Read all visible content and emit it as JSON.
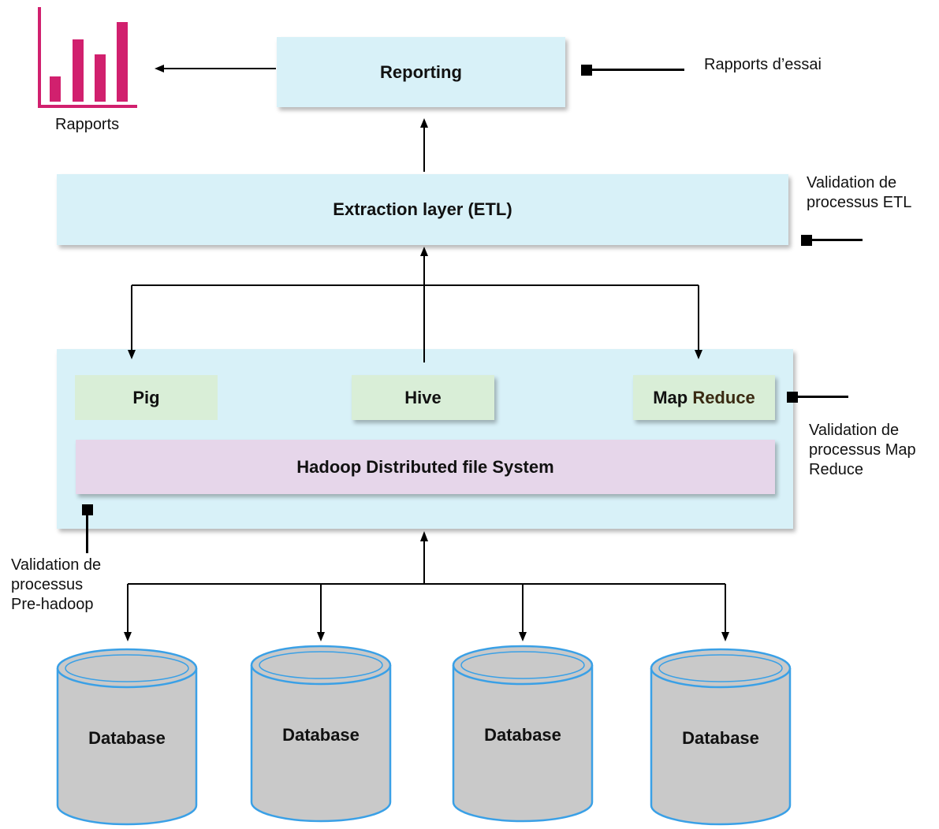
{
  "reports": {
    "label": "Rapports",
    "icon": "bar-chart-icon",
    "color": "#d1206e"
  },
  "reporting": {
    "label": "Reporting",
    "color": "#d8f1f8"
  },
  "etl": {
    "label": "Extraction layer (ETL)",
    "color": "#d8f1f8"
  },
  "hadoop_container": {
    "color": "#d8f1f8"
  },
  "components": {
    "pig": "Pig",
    "hive": "Hive",
    "mapreduce_map": "Map",
    "mapreduce_reduce": "Reduce",
    "color": "#d9eed7"
  },
  "hdfs": {
    "label": "Hadoop Distributed file System",
    "color": "#e6d6ea"
  },
  "annotations": {
    "test_reports": "Rapports d’essai",
    "etl_validation_1": "Validation de",
    "etl_validation_2": "processus ETL",
    "mr_validation_1": "Validation de",
    "mr_validation_2": "processus Map",
    "mr_validation_3": "Reduce",
    "prehadoop_validation_1": "Validation de",
    "prehadoop_validation_2": "processus",
    "prehadoop_validation_3": "Pre-hadoop"
  },
  "databases": [
    {
      "label": "Database"
    },
    {
      "label": "Database"
    },
    {
      "label": "Database"
    },
    {
      "label": "Database"
    }
  ],
  "database_color": "#c9c9c9",
  "database_border": "#3aa0e6"
}
